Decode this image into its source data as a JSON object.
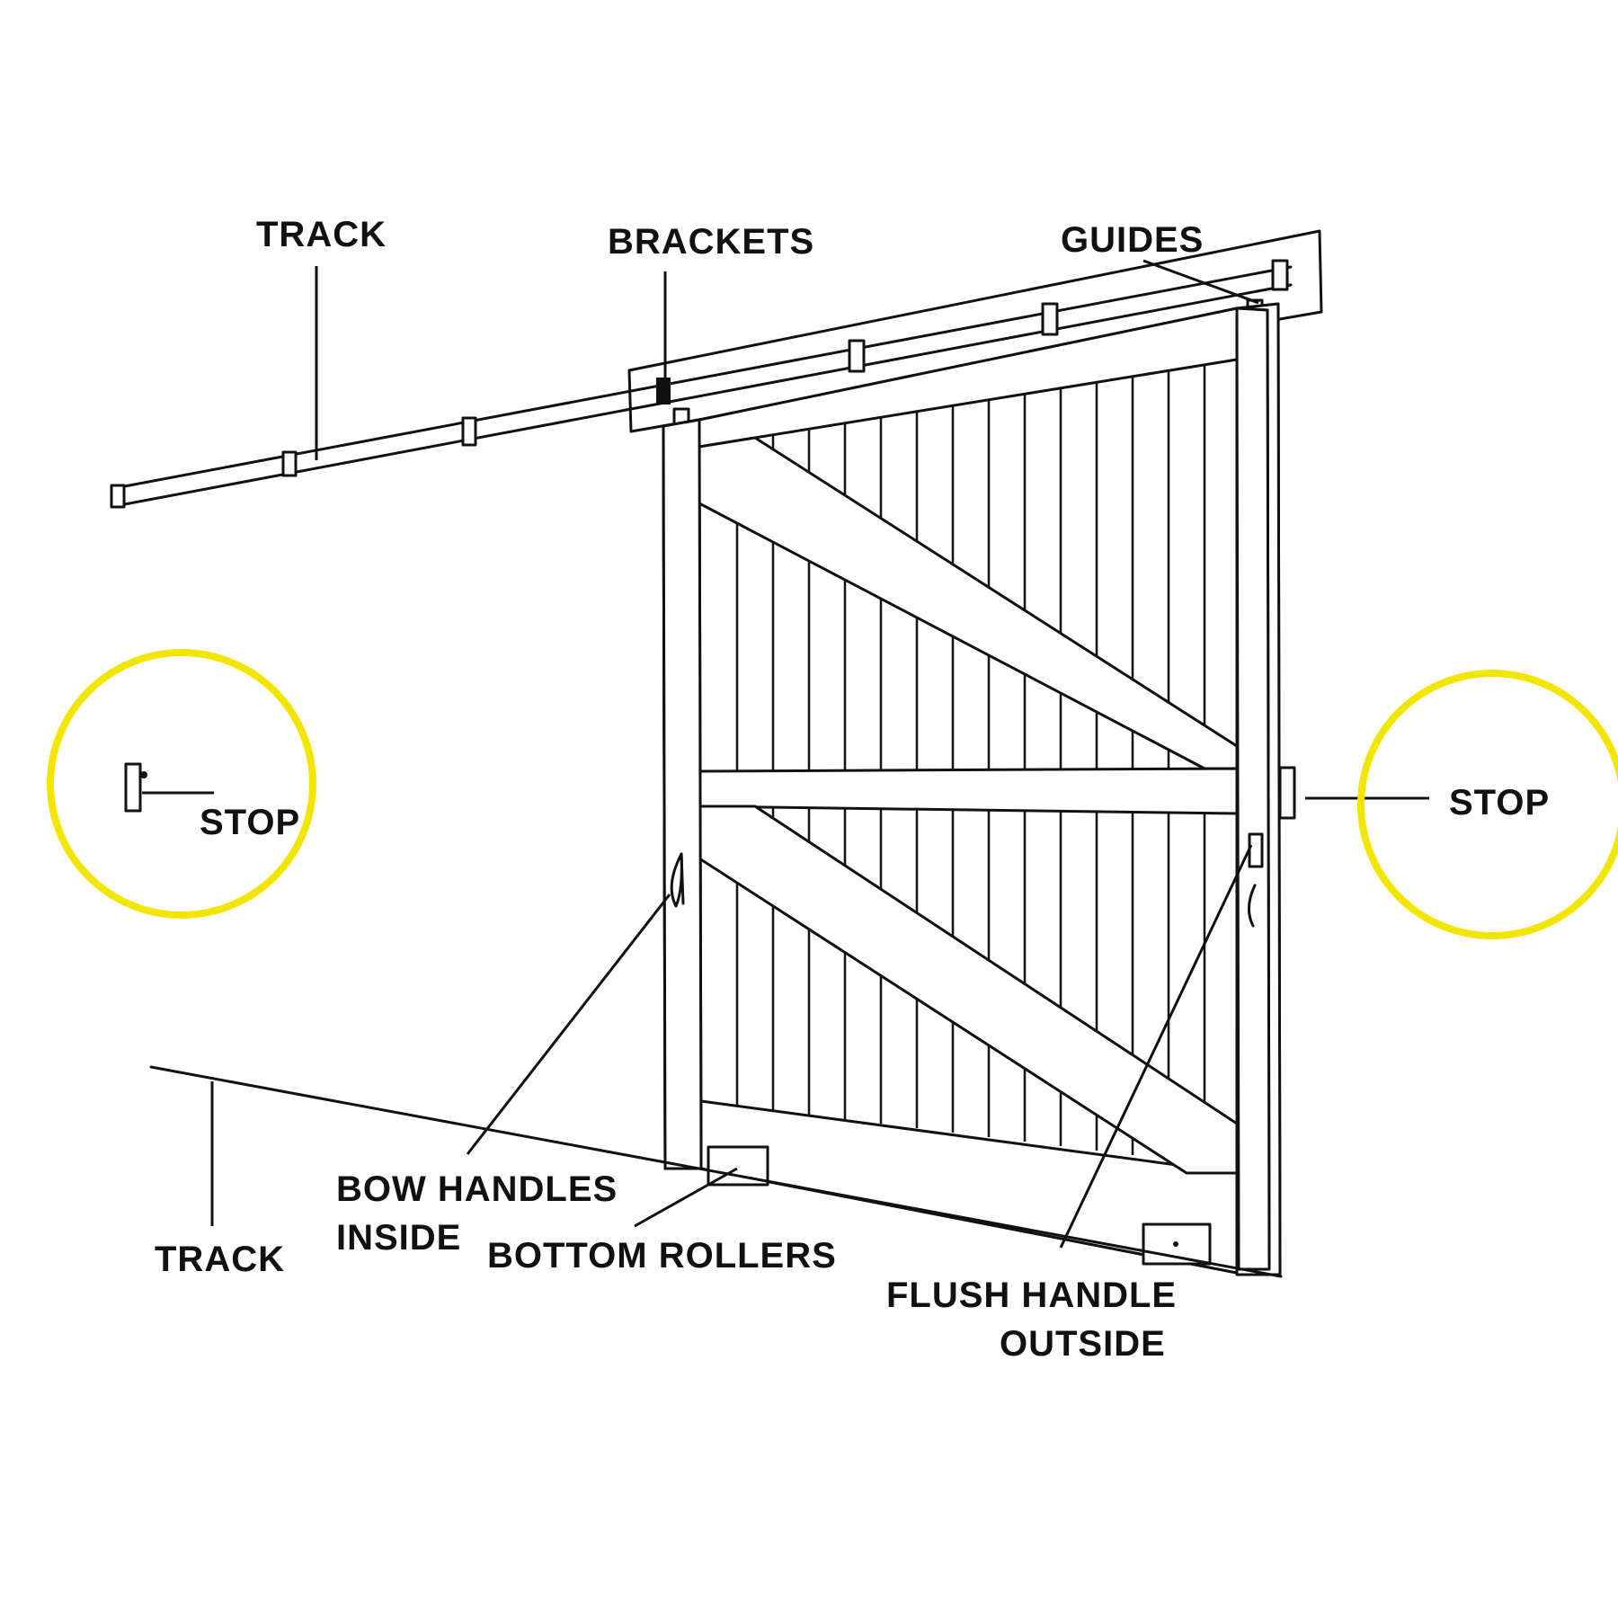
{
  "labels": {
    "track_top": "TRACK",
    "brackets": "BRACKETS",
    "guides": "GUIDES",
    "stop_left": "STOP",
    "stop_right": "STOP",
    "bow_handles_line1": "BOW HANDLES",
    "bow_handles_line2": "INSIDE",
    "track_bottom": "TRACK",
    "bottom_rollers": "BOTTOM ROLLERS",
    "flush_handle_line1": "FLUSH HANDLE",
    "flush_handle_line2": "OUTSIDE"
  },
  "colors": {
    "ink": "#111111",
    "highlight": "#f2e600",
    "background": "#ffffff"
  }
}
